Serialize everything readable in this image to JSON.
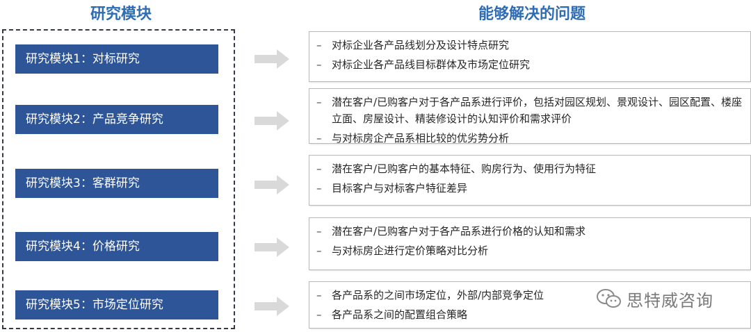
{
  "headers": {
    "left": "研究模块",
    "right": "能够解决的问题"
  },
  "modules": [
    {
      "label": "研究模块1：对标研究",
      "issues": [
        "对标企业各产品线划分及设计特点研究",
        "对标企业各产品线目标群体及市场定位研究"
      ]
    },
    {
      "label": "研究模块2：产品竞争研究",
      "issues": [
        "潜在客户/已购客户对于各产品系进行评价，包括对园区规划、景观设计、园区配置、楼座立面、房屋设计、精装修设计的认知评价和需求评价",
        "与对标房企产品系相比较的优劣势分析"
      ]
    },
    {
      "label": "研究模块3：客群研究",
      "issues": [
        "潜在客户/已购客户的基本特征、购房行为、使用行为特征",
        "目标客户与对标客户特征差异"
      ]
    },
    {
      "label": "研究模块4：价格研究",
      "issues": [
        "潜在客户/已购客户对于各产品系进行价格的认知和需求",
        "与对标房企进行定价策略对比分析"
      ]
    },
    {
      "label": "研究模块5：市场定位研究",
      "issues": [
        "各产品系的之间市场定位，外部/内部竞争定位",
        "各产品系之间的配置组合策略"
      ]
    }
  ],
  "bullet": "–",
  "watermark": {
    "text": "思特威咨询",
    "icon": "wechat-icon"
  },
  "colors": {
    "header": "#2E6DB4",
    "module_fill": "#2D5597",
    "arrow": "#D9D9D9",
    "panel_border": "#B9B9B9"
  }
}
